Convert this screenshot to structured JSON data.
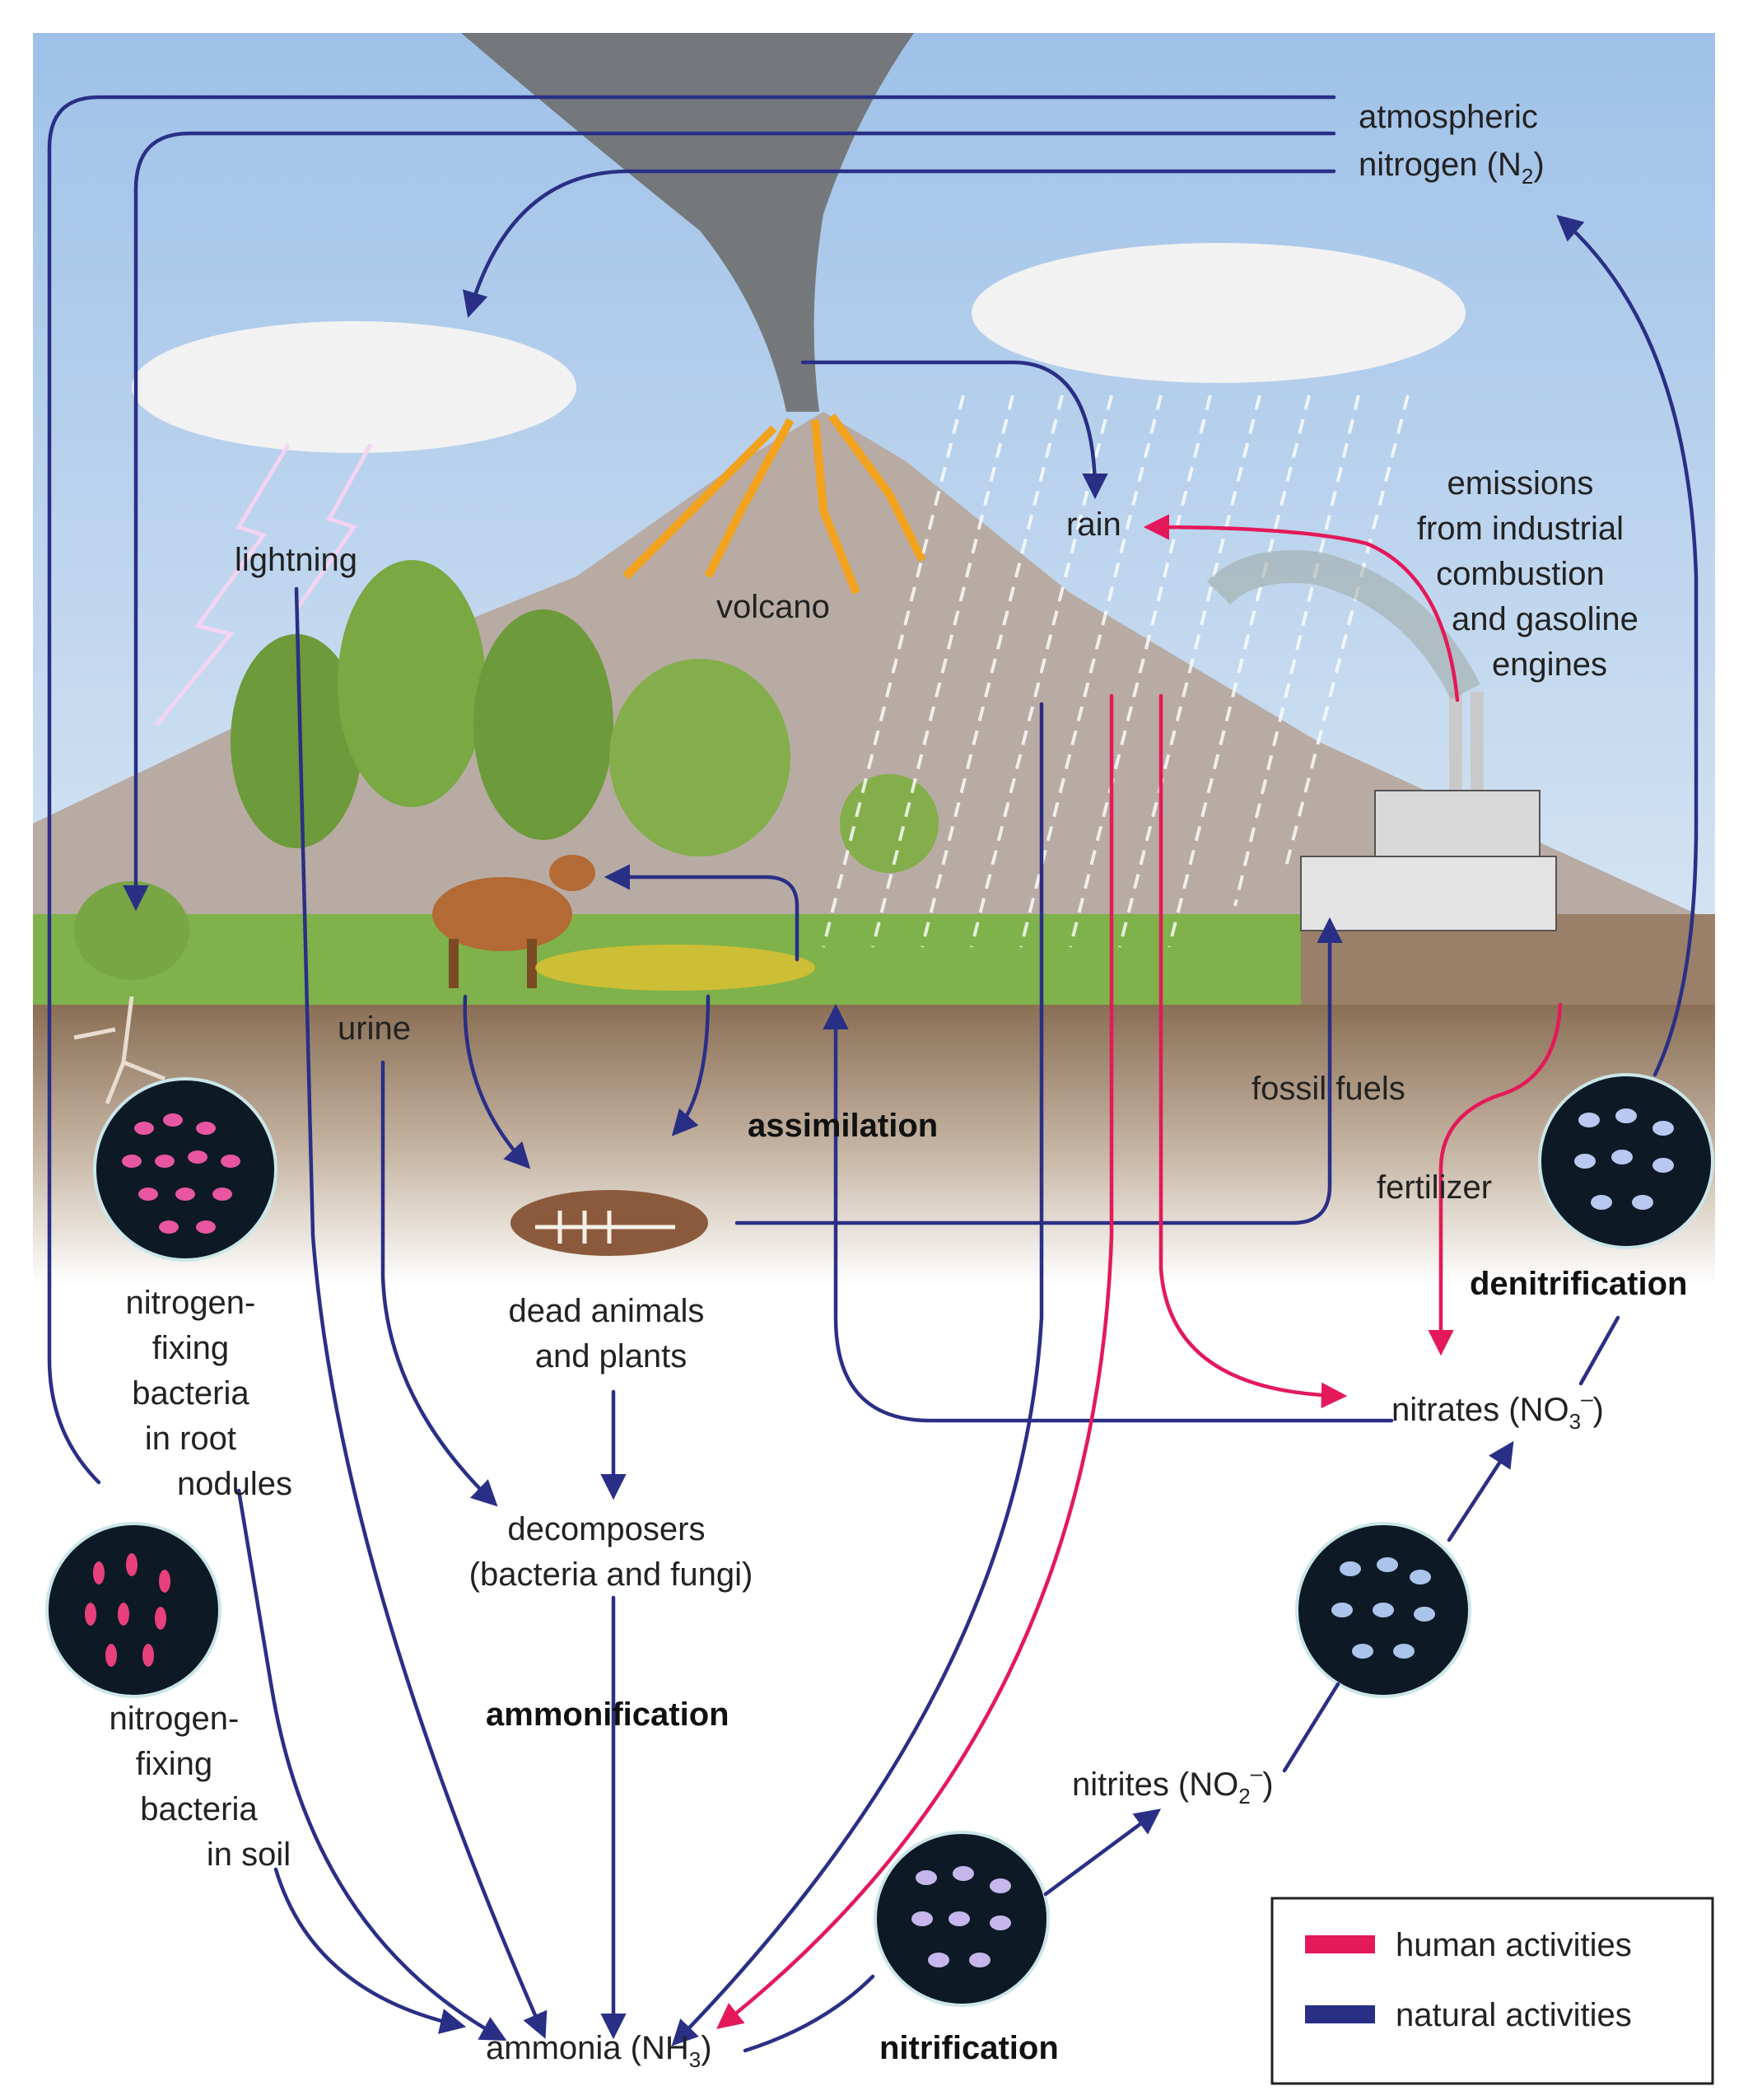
{
  "labels": {
    "atmospheric_1": "atmospheric",
    "atmospheric_2": "nitrogen (N",
    "atmospheric_sub": "2",
    "atmospheric_end": ")",
    "lightning": "lightning",
    "volcano": "volcano",
    "rain": "rain",
    "emissions_1": "emissions",
    "emissions_2": "from industrial",
    "emissions_3": "combustion",
    "emissions_4": "and gasoline",
    "emissions_5": "engines",
    "urine": "urine",
    "assimilation": "assimilation",
    "fossil_fuels": "fossil fuels",
    "fertilizer": "fertilizer",
    "denitrification": "denitrification",
    "dead_1": "dead animals",
    "dead_2": "and plants",
    "nfb_root_1": "nitrogen-",
    "nfb_root_2": "fixing",
    "nfb_root_3": "bacteria",
    "nfb_root_4": "in root",
    "nfb_root_5": "nodules",
    "nitrates": "nitrates (NO",
    "nitrates_sub": "3",
    "nitrates_sup": "–",
    "nitrates_end": ")",
    "decomp_1": "decomposers",
    "decomp_2": "(bacteria and fungi)",
    "ammonification": "ammonification",
    "nfb_soil_1": "nitrogen-",
    "nfb_soil_2": "fixing",
    "nfb_soil_3": "bacteria",
    "nfb_soil_4": "in soil",
    "nitrites": "nitrites (NO",
    "nitrites_sub": "2",
    "nitrites_sup": "–",
    "nitrites_end": ")",
    "ammonia": "ammonia (NH",
    "ammonia_sub": "3",
    "ammonia_end": ")",
    "nitrification": "nitrification"
  },
  "legend": {
    "human": "human activities",
    "natural": "natural activities",
    "human_color": "#e4195a",
    "natural_color": "#2a2f86"
  },
  "colors": {
    "sky": "#a9c8ea",
    "ground": "#8a6f55",
    "grass": "#7fb24a",
    "mountain": "#b8aba3",
    "lava": "#f2a21c",
    "smoke": "#6f6f6f",
    "bacteria_bg": "#0d1a26"
  }
}
